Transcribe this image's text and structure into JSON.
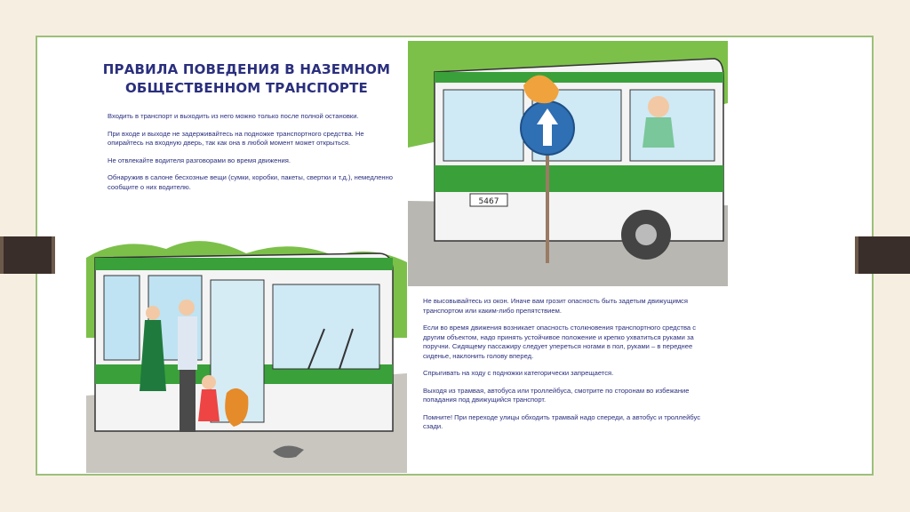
{
  "document": {
    "title_line1": "ПРАВИЛА ПОВЕДЕНИЯ В НАЗЕМНОМ",
    "title_line2": "ОБЩЕСТВЕННОМ ТРАНСПОРТЕ",
    "left_rules": [
      "Входить в транспорт и выходить из него можно только после полной остановки.",
      "При входе и выходе не задерживайтесь на подножке транспортного средства. Не опирайтесь на входную дверь, так как она в любой момент может открыться.",
      "Не отвлекайте водителя разговорами во время движения.",
      "Обнаружив в салоне бесхозные вещи (сумки, коробки, пакеты, свертки и т.д.), немедленно сообщите о них водителю."
    ],
    "right_rules": [
      "Не высовывайтесь из окон. Иначе вам грозит опасность быть задетым движущимся транспортом или каким-либо препятствием.",
      "Если во время движения возникает опасность столкновения транспортного средства с другим объектом, надо принять устойчивое положение и крепко ухватиться руками за поручни. Сидящему пассажиру следует упереться ногами в пол, руками – в переднее сиденье, наклонить голову вперед.",
      "Спрыгивать на ходу с подножки категорически запрещается.",
      "Выходя из трамвая, автобуса или троллейбуса, смотрите по сторонам во избежание попадания под движущийся транспорт.",
      "Помните! При переходе улицы обходить трамвай надо спереди, а автобус и троллейбус сзади."
    ],
    "plate_number": "5467"
  },
  "colors": {
    "background": "#f6efe1",
    "frame_border": "#9cbf7a",
    "title_text": "#2a2f7d",
    "bus_green": "#3aa03a",
    "road_gray": "#a9a9a9"
  },
  "icons": {
    "tabs": "dark-tab-marker",
    "road_sign": "keep-right-arrow-sign"
  }
}
